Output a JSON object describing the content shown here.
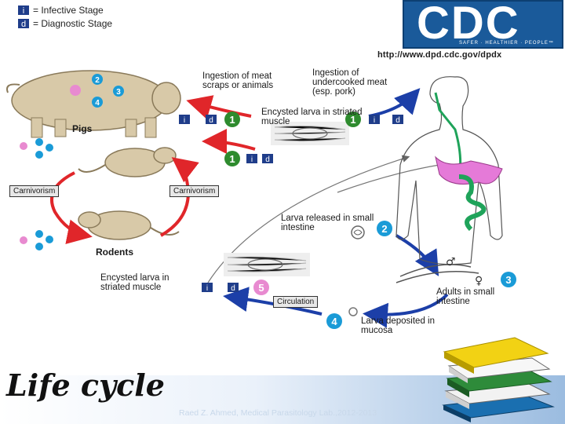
{
  "legend": {
    "items": [
      {
        "symbol": "i",
        "label": "= Infective Stage"
      },
      {
        "symbol": "d",
        "label": "= Diagnostic Stage"
      }
    ]
  },
  "logo": {
    "text": "CDC",
    "tagline": "SAFER · HEALTHIER · PEOPLE™",
    "url": "http://www.dpd.cdc.gov/dpdx"
  },
  "diagram": {
    "labels": {
      "ingestion_meat_scraps": "Ingestion of meat scraps or animals",
      "ingestion_undercooked": "Ingestion of undercooked meat (esp. pork)",
      "encysted_top": "Encysted larva in striated muscle",
      "pigs": "Pigs",
      "rodents": "Rodents",
      "carnivorism_left": "Carnivorism",
      "carnivorism_right": "Carnivorism",
      "larva_released": "Larva released in small intestine",
      "adults": "Adults in small intestine",
      "larva_deposited": "Larva deposited in mucosa",
      "encysted_bottom": "Encysted larva in striated muscle",
      "circulation": "Circulation"
    },
    "stages": [
      "1",
      "2",
      "3",
      "4",
      "5"
    ],
    "markers": {
      "infective": "i",
      "diagnostic": "d"
    },
    "sex_symbols": {
      "male": "♂",
      "female": "♀"
    }
  },
  "footer": {
    "title": "Life cycle",
    "credit": "Raed Z. Ahmed, Medical Parasitology Lab.,2012-2013"
  },
  "colors": {
    "stage_circle": "#1a9bd7",
    "green_circle": "#2e8b2e",
    "infective": "#1f3d8a",
    "diagnostic": "#1f3d8a",
    "pink_circle": "#e88ad0",
    "red_arrow": "#e0262a",
    "blue_arrow": "#1c3fa8",
    "gut_green": "#1fa35a",
    "liver_pink": "#e57ad8"
  }
}
